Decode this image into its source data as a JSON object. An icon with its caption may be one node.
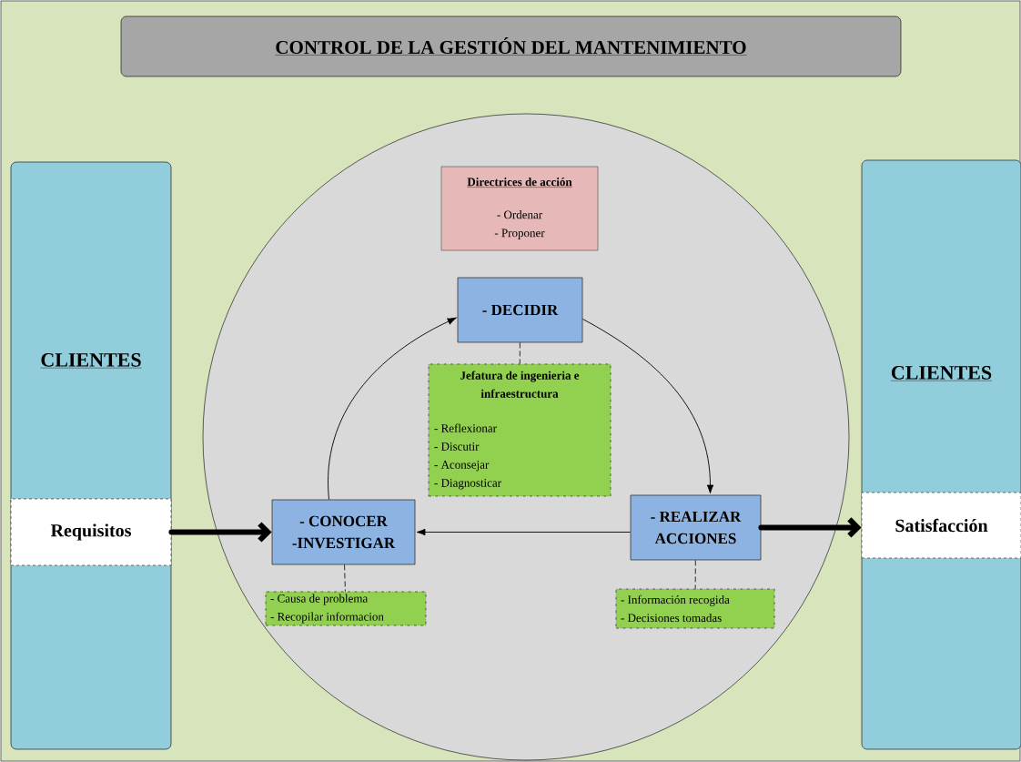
{
  "diagram": {
    "title": "CONTROL DE LA GESTIÓN DEL MANTENIMIENTO",
    "nodes": [
      {
        "text": [
          "CLIENTES"
        ]
      },
      {
        "text": [
          "Requisitos"
        ],
        "in": 0
      },
      {
        "text": [],
        "shape": "circle"
      },
      {
        "text": [
          "Directrices de acción",
          "- Ordenar",
          "- Proponer"
        ],
        "in": 2
      },
      {
        "text": [
          "- DECIDIR"
        ],
        "in": 2
      },
      {
        "text": [
          "Jefatura de ingenieria e infraestructura",
          "- Reflexionar",
          "- Discutir",
          "- Aconsejar",
          "- Diagnosticar"
        ],
        "in": 2
      },
      {
        "text": [
          "- CONOCER",
          "-INVESTIGAR"
        ],
        "in": 2
      },
      {
        "text": [
          "- Causa de problema",
          "- Recopilar informacion"
        ],
        "in": 2
      },
      {
        "text": [
          "- REALIZAR ACCIONES"
        ],
        "in": 2
      },
      {
        "text": [
          "- Información recogida",
          "- Decisiones tomadas"
        ],
        "in": 2
      },
      {
        "text": [
          "CLIENTES"
        ]
      },
      {
        "text": [
          "Satisfacción"
        ],
        "in": 10
      }
    ],
    "edges": [
      {
        "from": 1,
        "to": 6,
        "arrow": "to",
        "style": "thick"
      },
      {
        "from": 6,
        "to": 4,
        "arrow": "to"
      },
      {
        "from": 4,
        "to": 8,
        "arrow": "to"
      },
      {
        "from": 8,
        "to": 6,
        "arrow": "to"
      },
      {
        "from": 8,
        "to": 11,
        "arrow": "to",
        "style": "thick"
      },
      {
        "from": 4,
        "to": 5,
        "arrow": "none",
        "style": "dashed"
      },
      {
        "from": 6,
        "to": 7,
        "arrow": "none",
        "style": "dashed"
      },
      {
        "from": 8,
        "to": 9,
        "arrow": "none",
        "style": "dashed"
      }
    ]
  }
}
